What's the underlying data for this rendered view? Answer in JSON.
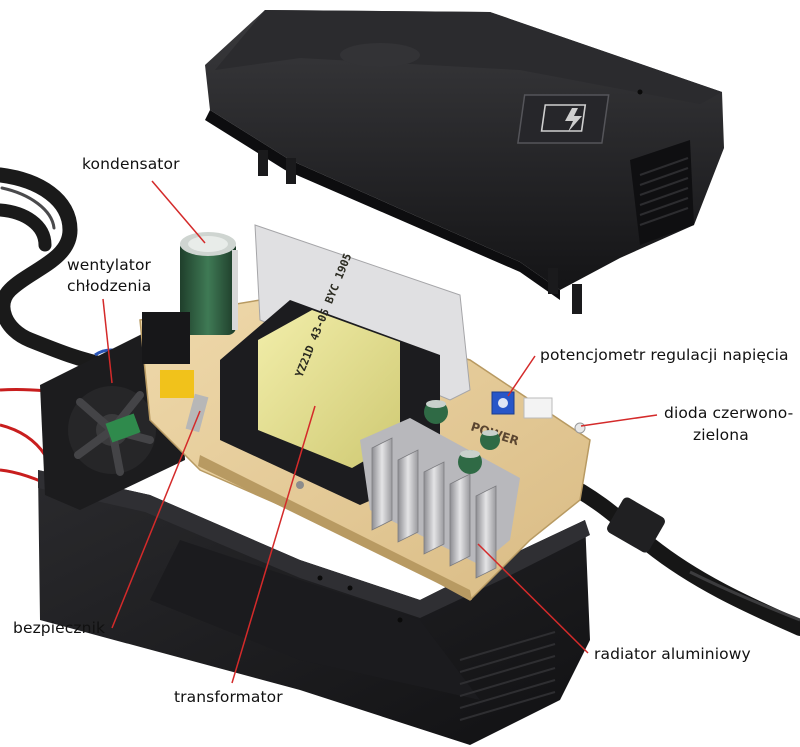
{
  "labels": {
    "kondensator": "kondensator",
    "wentylator_line1": "wentylator",
    "wentylator_line2": "chłodzenia",
    "potencjometr": "potencjometr regulacji napięcia",
    "dioda_line1": "dioda czerwono-",
    "dioda_line2": "zielona",
    "bezpiecznik": "bezpiecznik",
    "radiator": "radiator aluminiowy",
    "transformator": "transformator"
  },
  "component_markings": {
    "transformer_text": "YZ21D 43-05 BYC 1905",
    "board_text": "POWER"
  },
  "colors": {
    "leader_line": "#d42a2a",
    "case": "#1c1c1e",
    "board": "#e6cc9a",
    "transformer_tape": "#e8e39a",
    "heatsink": "#c9c9cc",
    "capacitor": "#2e5a3e"
  },
  "icons": {
    "lid_badge": "battery-charge-icon"
  }
}
